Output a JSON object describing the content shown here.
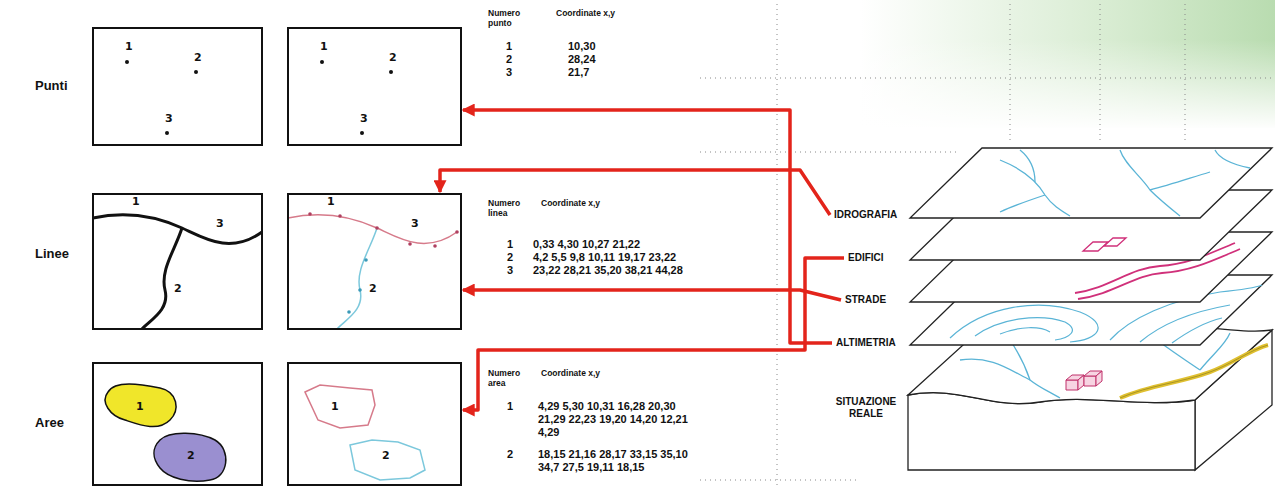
{
  "diagram": {
    "nodes": [
      {
        "text": [
          "1",
          "2",
          "3"
        ]
      },
      {
        "text": [
          "1",
          "2",
          "3"
        ]
      },
      {
        "text": [
          "1",
          "3",
          "2"
        ]
      },
      {
        "text": [
          "1",
          "3",
          "2"
        ]
      },
      {
        "text": [
          "1",
          "2"
        ]
      },
      {
        "text": [
          "1",
          "2"
        ]
      },
      {
        "text": [
          "IDROGRAFIA"
        ]
      },
      {
        "text": [
          "EDIFICI"
        ]
      },
      {
        "text": [
          "STRADE"
        ]
      },
      {
        "text": [
          "ALTIMETRIA"
        ]
      },
      {
        "text": [
          "SITUAZIONE REALE"
        ]
      }
    ],
    "edges": [
      {
        "from": 6,
        "to": 3,
        "arrow": "to"
      },
      {
        "from": 7,
        "to": 5,
        "arrow": "to"
      },
      {
        "from": 8,
        "to": 3,
        "arrow": "to"
      },
      {
        "from": 9,
        "to": 1,
        "arrow": "to"
      }
    ],
    "labels": [
      "Punti",
      "Linee",
      "Aree",
      "Numero punto",
      "Coordinate x,y",
      "1",
      "10,30",
      "2",
      "28,24",
      "3",
      "21,7",
      "Numero linea",
      "Coordinate x,y",
      "1",
      "0,33 4,30 10,27 21,22",
      "2",
      "4,2 5,5 9,8 10,11 19,17 23,22",
      "3",
      "23,22 28,21 35,20 38,21 44,28",
      "Numero area",
      "Coordinate x,y",
      "1",
      "4,29 5,30 10,31 16,28 20,30 21,29 22,23 19,20 14,20 12,21 4,29",
      "2",
      "18,15 21,16 28,17 33,15 35,10 34,7 27,5 19,11 18,15"
    ]
  }
}
